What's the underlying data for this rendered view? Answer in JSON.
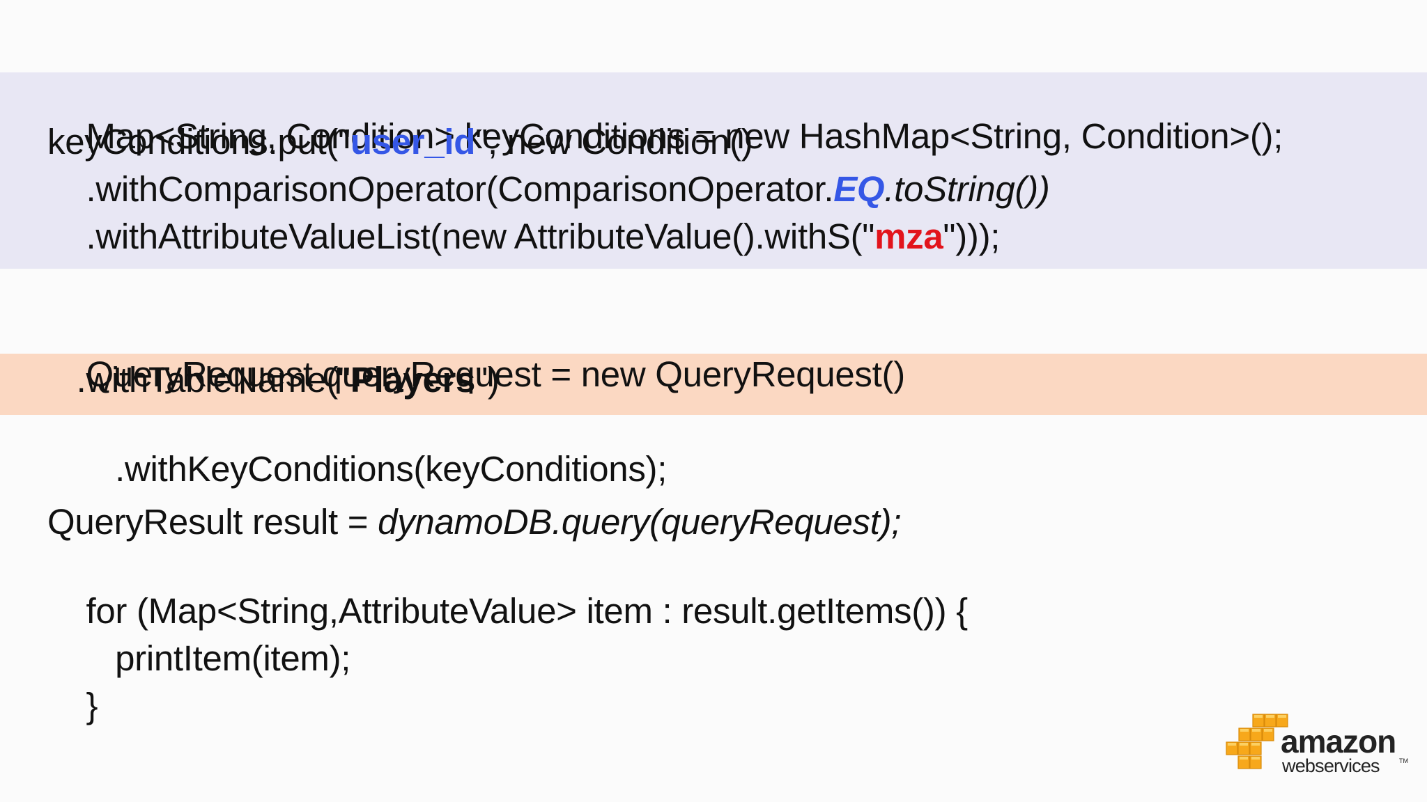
{
  "code": {
    "line1": "Map<String, Condition> keyConditions = new HashMap<String, Condition>();",
    "line2_pre": "keyConditions.put(\"",
    "line2_key": "user_id",
    "line2_post": "\", new Condition()",
    "line3_pre": "    .withComparisonOperator(ComparisonOperator.",
    "line3_op": "EQ",
    "line3_post": ".toString())",
    "line4_pre": "    .withAttributeValueList(new AttributeValue().withS(\"",
    "line4_val": "mza",
    "line4_post": "\")));",
    "line5": "QueryRequest queryRequest = new QueryRequest()",
    "line6_pre": "   .withTableName(\"",
    "line6_table": "Players",
    "line6_post": "\")",
    "line7": "   .withKeyConditions(keyConditions);",
    "line8_pre": "QueryResult result = ",
    "line8_call": "dynamoDB.query(queryRequest);",
    "line9": "for (Map<String,AttributeValue> item : result.getItems()) {",
    "line10": "   printItem(item);",
    "line11": "}"
  },
  "logo": {
    "word": "amazon",
    "sub": "webservices",
    "tm": "TM",
    "cube_color": "#f7a81b",
    "cube_shadow": "#d98b0a"
  },
  "colors": {
    "highlight_blue": "#e8e7f4",
    "highlight_orange": "#fbd8c2",
    "accent_blue": "#3557e6",
    "accent_red": "#e2141c"
  }
}
